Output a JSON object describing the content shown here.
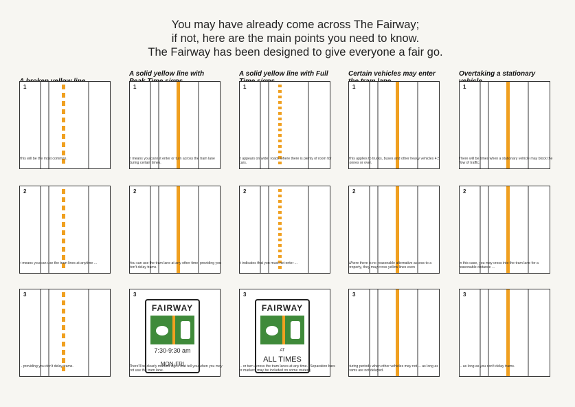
{
  "intro": {
    "line1": "You may have already come across The Fairway;",
    "line2": "if not, here are the main points you need to know.",
    "line3": "The Fairway has been designed to give everyone a fair go."
  },
  "columns": [
    {
      "title": "A broken yellow line",
      "line_style": "broken",
      "panels": [
        {
          "number": "1",
          "caption": "This will be the most common."
        },
        {
          "number": "2",
          "caption": "It means you can use the tram lines at anytime ..."
        },
        {
          "number": "3",
          "caption": "... providing you don't delay trams."
        }
      ]
    },
    {
      "title": "A solid yellow line with Peak Time signs",
      "line_style": "solid",
      "panels": [
        {
          "number": "1",
          "caption": "It means you cannot enter or turn across the tram lane during certain times."
        },
        {
          "number": "2",
          "caption": "You can use the tram lane at any other time, providing you don't delay trams."
        },
        {
          "number": "3",
          "caption": "There'll be clearly marked signs that tell you when you may not use the tram lane.",
          "sign": {
            "title": "FAIRWAY",
            "line1": "7:30-9:30 am",
            "line2": "MON-FRI"
          }
        }
      ]
    },
    {
      "title": "A solid yellow line with Full Time signs",
      "line_style": "dotted",
      "panels": [
        {
          "number": "1",
          "caption": "It appears on wider roads where there is plenty of room for cars."
        },
        {
          "number": "2",
          "caption": "It indicates that you must not enter ..."
        },
        {
          "number": "3",
          "caption": "... or turn across the tram lanes at any time. (Separation bars or markers may be included on some routes.)",
          "sign": {
            "title": "FAIRWAY",
            "line1": "AT",
            "line2": "ALL TIMES"
          }
        }
      ]
    },
    {
      "title": "Certain vehicles may enter the tram lane",
      "line_style": "solid",
      "panels": [
        {
          "number": "1",
          "caption": "This applies to trucks, buses and other heavy vehicles 4.5 tonnes or over."
        },
        {
          "number": "2",
          "caption": "Where there is no reasonable alternative access to a property, they may cross yellow lines even"
        },
        {
          "number": "3",
          "caption": "during periods when other vehicles may not ... as long as trams are not delayed."
        }
      ]
    },
    {
      "title": "Overtaking a stationary vehicle",
      "line_style": "solid",
      "panels": [
        {
          "number": "1",
          "caption": "There will be times when a stationary vehicle may block the flow of traffic."
        },
        {
          "number": "2",
          "caption": "In this case, you may cross into the tram lane for a reasonable distance ..."
        },
        {
          "number": "3",
          "caption": "... as long as you don't delay trams."
        }
      ]
    }
  ],
  "colors": {
    "yellow_line": "#f0a020",
    "sign_green": "#3f8a3a",
    "outline": "#333333"
  }
}
